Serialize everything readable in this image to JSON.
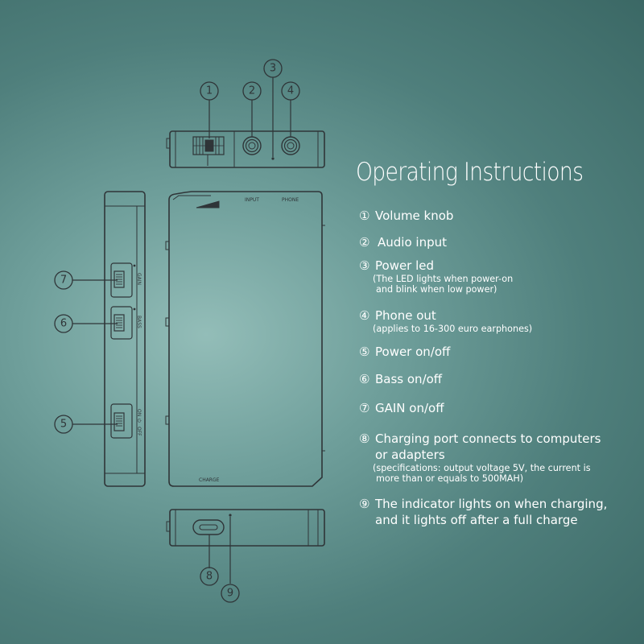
{
  "title": "Operating Instructions",
  "device_labels": {
    "input": "INPUT",
    "phone": "PHONE",
    "charge": "CHARGE"
  },
  "switch_labels": {
    "gain": "GAIN",
    "bass": "BASS",
    "on": "ON",
    "power_symbol": "⏻",
    "off": "OFF"
  },
  "callouts": [
    "①",
    "②",
    "③",
    "④",
    "⑤",
    "⑥",
    "⑦",
    "⑧",
    "⑨"
  ],
  "instructions": [
    {
      "number": "①",
      "text": "Volume knob"
    },
    {
      "number": "②",
      "text": "Audio input"
    },
    {
      "number": "③",
      "text": "Power led",
      "detail": [
        "(The LED lights when power-on",
        "and blink when low power)"
      ]
    },
    {
      "number": "④",
      "text": "Phone out",
      "detail": [
        "(applies to 16-300 euro earphones)"
      ]
    },
    {
      "number": "⑤",
      "text": "Power on/off"
    },
    {
      "number": "⑥",
      "text": "Bass on/off"
    },
    {
      "number": "⑦",
      "text": "GAIN on/off"
    },
    {
      "number": "⑧",
      "text": "Charging port connects to computers",
      "continuation": "or adapters",
      "detail": [
        "(specifications: output voltage 5V, the current is",
        "more than or equals to 500MAH)"
      ]
    },
    {
      "number": "⑨",
      "text": "The indicator lights on when charging,",
      "continuation": "and it lights off after a full charge"
    }
  ],
  "colors": {
    "background_center": "#93bdb8",
    "background_edge": "#3b6865",
    "line": "#2d3436",
    "text": "#ffffff"
  }
}
